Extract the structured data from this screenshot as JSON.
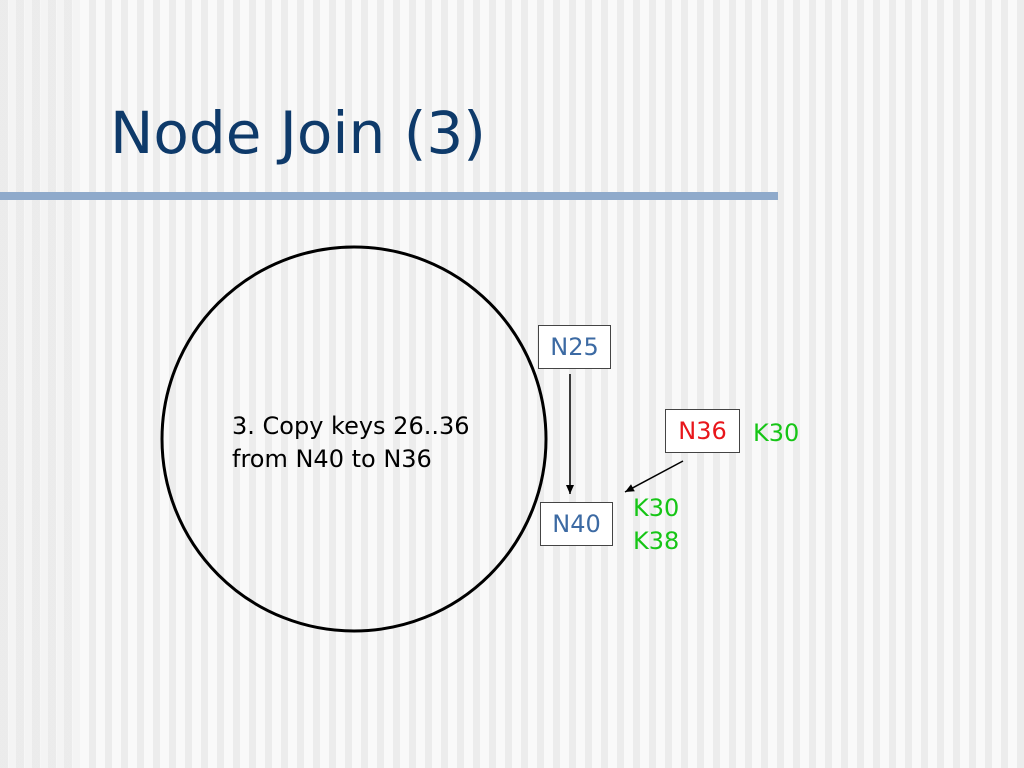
{
  "slide": {
    "title": "Node Join (3)"
  },
  "diagram": {
    "step": {
      "line1": "3. Copy keys 26..36",
      "line2": "from N40 to N36"
    },
    "nodes": {
      "n25": "N25",
      "n40": "N40",
      "n36": "N36"
    },
    "keys": {
      "n36": [
        "K30"
      ],
      "n40": [
        "K30",
        "K38"
      ]
    }
  },
  "colors": {
    "title": "#0e3a6a",
    "node_text": "#3c6aa3",
    "new_node_text": "#e8161b",
    "key_text": "#16c516",
    "rule": "#8faacb"
  }
}
